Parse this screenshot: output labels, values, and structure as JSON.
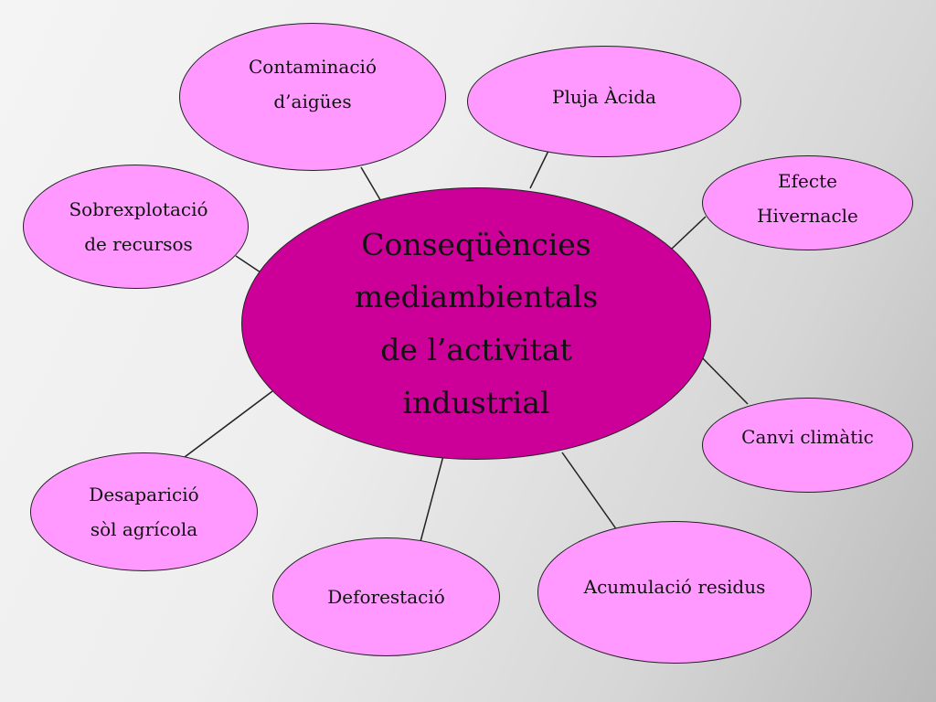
{
  "center": {
    "label": "Conseqüències\nmediambientals\nde l’activitat\nindustrial"
  },
  "nodes": [
    {
      "id": "contaminacio",
      "label": "Contaminació\nd’aigües"
    },
    {
      "id": "pluja",
      "label": "Pluja Àcida"
    },
    {
      "id": "efecte",
      "label": "Efecte\nHivernacle"
    },
    {
      "id": "sobrexplotacio",
      "label": "Sobrexplotació\nde recursos"
    },
    {
      "id": "canvi",
      "label": "Canvi climàtic"
    },
    {
      "id": "desaparicio",
      "label": "Desaparició\nsòl agrícola"
    },
    {
      "id": "deforestacio",
      "label": "Deforestació"
    },
    {
      "id": "acumulacio",
      "label": "Acumulació residus"
    }
  ],
  "colors": {
    "center_fill": "#cc0099",
    "node_fill": "#ff99ff",
    "stroke": "#222222"
  }
}
